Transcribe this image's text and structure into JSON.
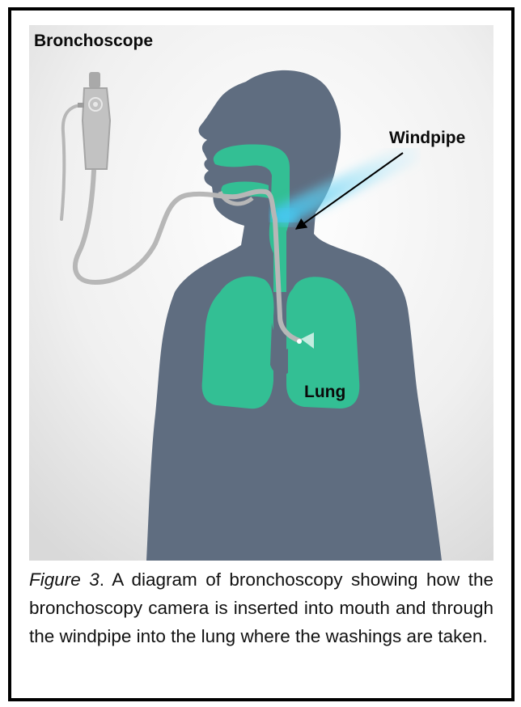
{
  "labels": {
    "bronchoscope": "Bronchoscope",
    "windpipe": "Windpipe",
    "lung": "Lung"
  },
  "caption": {
    "figure_label": "Figure 3",
    "text": ". A diagram of bronchoscopy showing how the bronchoscopy camera is inserted into mouth and through the windpipe into the lung where the washings are taken."
  },
  "colors": {
    "body": "#5f6d80",
    "airway": "#33bf94",
    "scope": "#b7b7b7",
    "highlight": "#6ed6f2",
    "background_center": "#ffffff",
    "background_edge": "#dcdcdc"
  }
}
